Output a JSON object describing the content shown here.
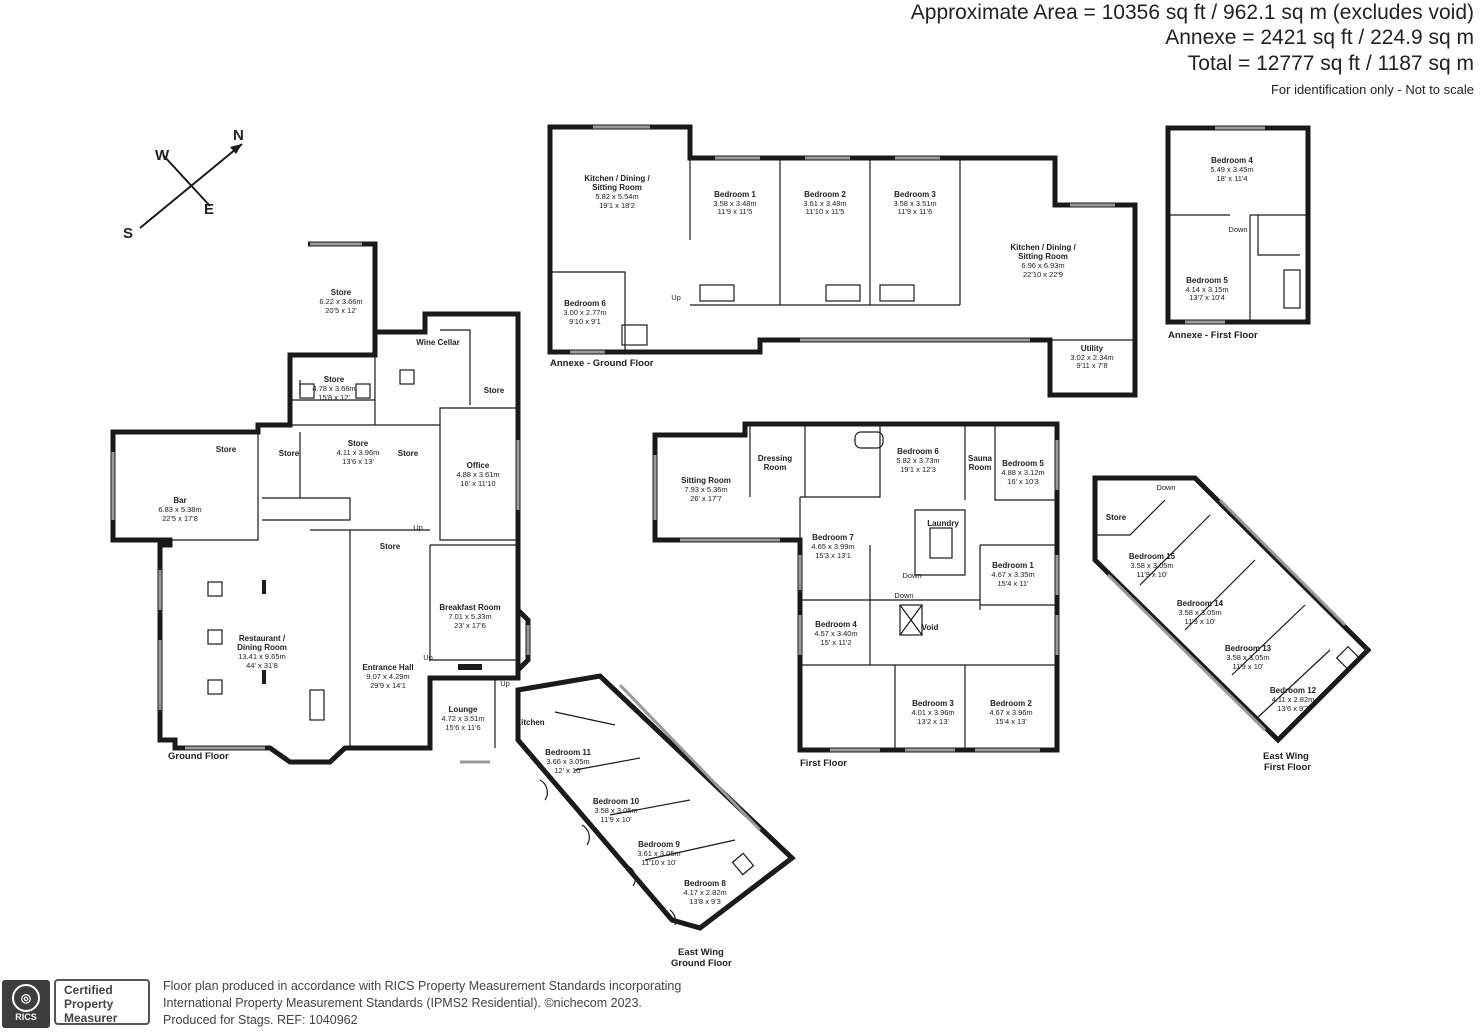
{
  "header": {
    "area_line": "Approximate Area = 10356 sq ft / 962.1 sq m (excludes void)",
    "annexe_line": "Annexe = 2421 sq ft / 224.9 sq m",
    "total_line": "Total = 12777 sq ft / 1187 sq m",
    "disclaimer": "For identification only - Not to scale"
  },
  "compass": {
    "n": "N",
    "s": "S",
    "e": "E",
    "w": "W"
  },
  "floor_labels": {
    "ground": "Ground Floor",
    "first": "First Floor",
    "annexe_ground": "Annexe - Ground Floor",
    "annexe_first": "Annexe - First Floor",
    "east_ground_1": "East Wing",
    "east_ground_2": "Ground Floor",
    "east_first_1": "East Wing",
    "east_first_2": "First Floor"
  },
  "rooms": {
    "ag_kitchen": {
      "name": "Kitchen / Dining /",
      "name2": "Sitting Room",
      "metric": "5.82 x 5.54m",
      "imperial": "19'1 x 18'2"
    },
    "ag_bed6": {
      "name": "Bedroom 6",
      "metric": "3.00 x 2.77m",
      "imperial": "9'10 x 9'1"
    },
    "ag_bed1": {
      "name": "Bedroom 1",
      "metric": "3.58 x 3.48m",
      "imperial": "11'9 x 11'5"
    },
    "ag_bed2": {
      "name": "Bedroom 2",
      "metric": "3.61 x 3.48m",
      "imperial": "11'10 x 11'5"
    },
    "ag_bed3": {
      "name": "Bedroom 3",
      "metric": "3.58 x 3.51m",
      "imperial": "11'9 x 11'6"
    },
    "ag_kitchen2": {
      "name": "Kitchen / Dining /",
      "name2": "Sitting Room",
      "metric": "6.96 x 6.93m",
      "imperial": "22'10 x 22'9"
    },
    "ag_utility": {
      "name": "Utility",
      "metric": "3.02 x 2.34m",
      "imperial": "9'11 x 7'8"
    },
    "af_bed4": {
      "name": "Bedroom 4",
      "metric": "5.49 x 3.45m",
      "imperial": "18' x 11'4"
    },
    "af_bed5": {
      "name": "Bedroom 5",
      "metric": "4.14 x 3.15m",
      "imperial": "13'7 x 10'4"
    },
    "g_store_top": {
      "name": "Store",
      "metric": "6.22 x 3.66m",
      "imperial": "20'5 x 12'"
    },
    "g_store_mid": {
      "name": "Store",
      "metric": "4.78 x 3.66m",
      "imperial": "15'8 x 12'"
    },
    "g_wine": {
      "name": "Wine Cellar"
    },
    "g_store_r": {
      "name": "Store"
    },
    "g_store_a": {
      "name": "Store"
    },
    "g_store_b": {
      "name": "Store"
    },
    "g_store_c": {
      "name": "Store",
      "metric": "4.11 x 3.96m",
      "imperial": "13'6 x 13'"
    },
    "g_store_d": {
      "name": "Store"
    },
    "g_store_e": {
      "name": "Store"
    },
    "g_bar": {
      "name": "Bar",
      "metric": "6.83 x 5.38m",
      "imperial": "22'5 x 17'8"
    },
    "g_office": {
      "name": "Office",
      "metric": "4.88 x 3.61m",
      "imperial": "16' x 11'10"
    },
    "g_restaurant": {
      "name": "Restaurant /",
      "name2": "Dining Room",
      "metric": "13.41 x 9.65m",
      "imperial": "44' x 31'8"
    },
    "g_hall": {
      "name": "Entrance Hall",
      "metric": "9.07 x 4.29m",
      "imperial": "29'9 x 14'1"
    },
    "g_breakfast": {
      "name": "Breakfast Room",
      "metric": "7.01 x 5.33m",
      "imperial": "23' x 17'6"
    },
    "g_lounge": {
      "name": "Lounge",
      "metric": "4.72 x 3.51m",
      "imperial": "15'6 x 11'6"
    },
    "g_kitchen": {
      "name": "Kitchen"
    },
    "eg_bed11": {
      "name": "Bedroom 11",
      "metric": "3.66 x 3.05m",
      "imperial": "12' x 10'"
    },
    "eg_bed10": {
      "name": "Bedroom 10",
      "metric": "3.58 x 3.05m",
      "imperial": "11'9 x 10'"
    },
    "eg_bed9": {
      "name": "Bedroom 9",
      "metric": "3.61 x 3.05m",
      "imperial": "11'10 x 10'"
    },
    "eg_bed8": {
      "name": "Bedroom 8",
      "metric": "4.17 x 2.82m",
      "imperial": "13'8 x 9'3"
    },
    "f_sitting": {
      "name": "Sitting Room",
      "metric": "7.93 x 5.36m",
      "imperial": "26' x 17'7"
    },
    "f_dressing": {
      "name": "Dressing",
      "name2": "Room"
    },
    "f_bed6": {
      "name": "Bedroom 6",
      "metric": "5.82 x 3.73m",
      "imperial": "19'1 x 12'3"
    },
    "f_sauna": {
      "name": "Sauna",
      "name2": "Room"
    },
    "f_bed5": {
      "name": "Bedroom 5",
      "metric": "4.88 x 3.12m",
      "imperial": "16' x 10'3"
    },
    "f_laundry": {
      "name": "Laundry"
    },
    "f_bed7": {
      "name": "Bedroom 7",
      "metric": "4.65 x 3.99m",
      "imperial": "15'3 x 13'1"
    },
    "f_bed1": {
      "name": "Bedroom 1",
      "metric": "4.67 x 3.35m",
      "imperial": "15'4 x 11'"
    },
    "f_bed4": {
      "name": "Bedroom 4",
      "metric": "4.57 x 3.40m",
      "imperial": "15' x 11'2"
    },
    "f_void": {
      "name": "Void"
    },
    "f_bed3": {
      "name": "Bedroom 3",
      "metric": "4.01 x 3.96m",
      "imperial": "13'2 x 13'"
    },
    "f_bed2": {
      "name": "Bedroom 2",
      "metric": "4.67 x 3.96m",
      "imperial": "15'4 x 13'"
    },
    "ef_store": {
      "name": "Store"
    },
    "ef_bed15": {
      "name": "Bedroom 15",
      "metric": "3.58 x 3.05m",
      "imperial": "11'9 x 10'"
    },
    "ef_bed14": {
      "name": "Bedroom 14",
      "metric": "3.58 x 3.05m",
      "imperial": "11'9 x 10'"
    },
    "ef_bed13": {
      "name": "Bedroom 13",
      "metric": "3.58 x 3.05m",
      "imperial": "11'9 x 10'"
    },
    "ef_bed12": {
      "name": "Bedroom 12",
      "metric": "4.11 x 2.82m",
      "imperial": "13'6 x 9'3"
    }
  },
  "stair_labels": {
    "up": "Up",
    "down": "Down"
  },
  "footer": {
    "line1": "Floor plan produced in accordance with RICS Property Measurement Standards incorporating",
    "line2": "International Property Measurement Standards (IPMS2 Residential).  ©nichecom 2023.",
    "line3": "Produced for Stags.   REF: 1040962",
    "rics": "RICS",
    "cert1": "Certified",
    "cert2": "Property",
    "cert3": "Measurer"
  }
}
